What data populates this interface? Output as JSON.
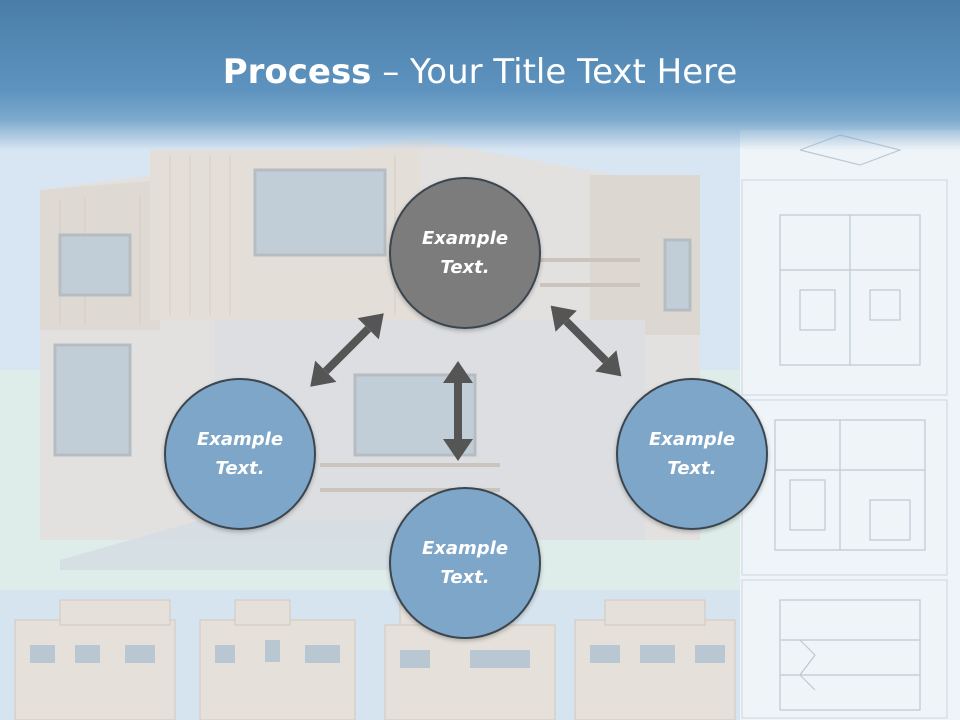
{
  "title": {
    "strong": "Process",
    "rest": " – Your Title Text Here"
  },
  "nodes": {
    "top": "Example Text.",
    "left": "Example Text.",
    "bottom": "Example Text.",
    "right": "Example Text."
  },
  "colors": {
    "title_bar": "#4a7ea8",
    "node_dark": "#7c7c7c",
    "node_light": "#7ea6c8",
    "node_border": "#3c4650",
    "arrow": "#555555"
  }
}
